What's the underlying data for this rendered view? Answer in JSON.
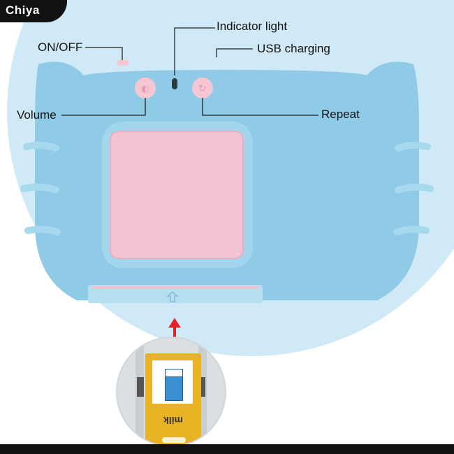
{
  "brand": {
    "name": "Chiya"
  },
  "labels": {
    "on_off": "ON/OFF",
    "indicator_light": "Indicator light",
    "usb_charging": "USB charging",
    "volume": "Volume",
    "repeat": "Repeat"
  },
  "card": {
    "word": "milk"
  },
  "colors": {
    "background_circle": "#cfe9f6",
    "device_body": "#8fcbe6",
    "screen": "#f3c3d3",
    "buttons": "#f5c6d3",
    "arrow": "#e8202a",
    "card": "#e8b323"
  }
}
